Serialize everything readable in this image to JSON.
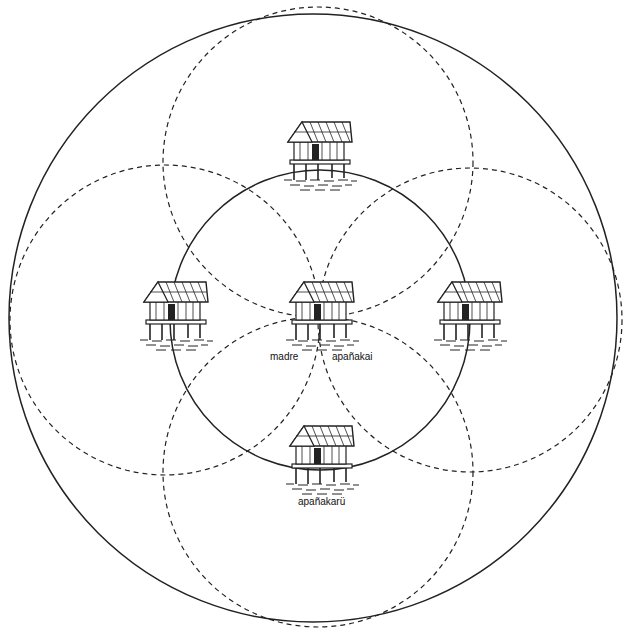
{
  "diagram": {
    "labels": [
      "madre",
      "apañakai",
      "apañakarü"
    ]
  }
}
